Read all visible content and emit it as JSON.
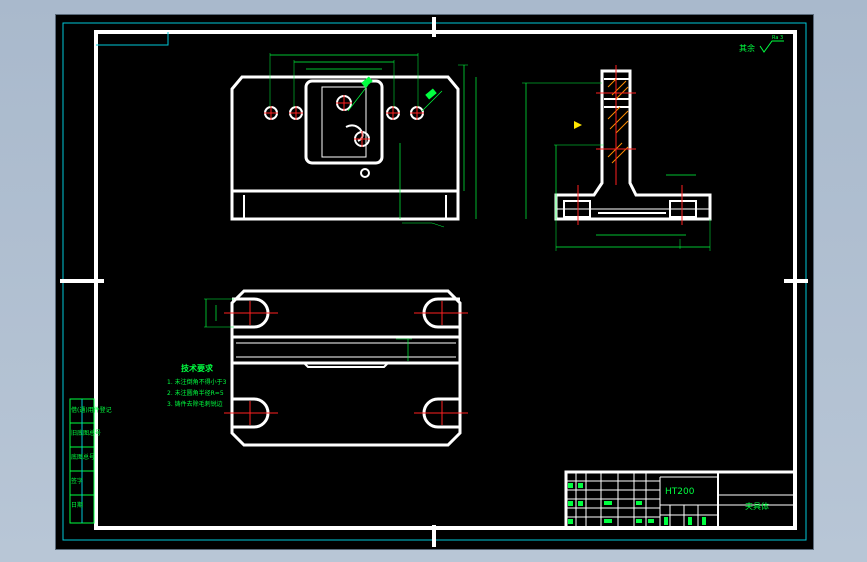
{
  "sheet": {
    "material_label": "HT200",
    "roughness_note": "其余",
    "roughness_value": "Ra 3"
  },
  "tech_requirements": {
    "title": "技术要求",
    "items": [
      "1. 未注倒角不得小于3",
      "2. 未注圆角半径R=5",
      "3. 铸件去除毛刺锐边"
    ]
  },
  "side_labels": [
    "借(通)用件登记",
    "旧底图总号",
    "底图总号",
    "签字",
    "日期"
  ],
  "title_block": {
    "drawing_name": "夹具体"
  },
  "colors": {
    "background": "#000000",
    "outline": "#ffffff",
    "frame": "#00c8d8",
    "dimension": "#00ff40",
    "centerline": "#ff2020"
  }
}
